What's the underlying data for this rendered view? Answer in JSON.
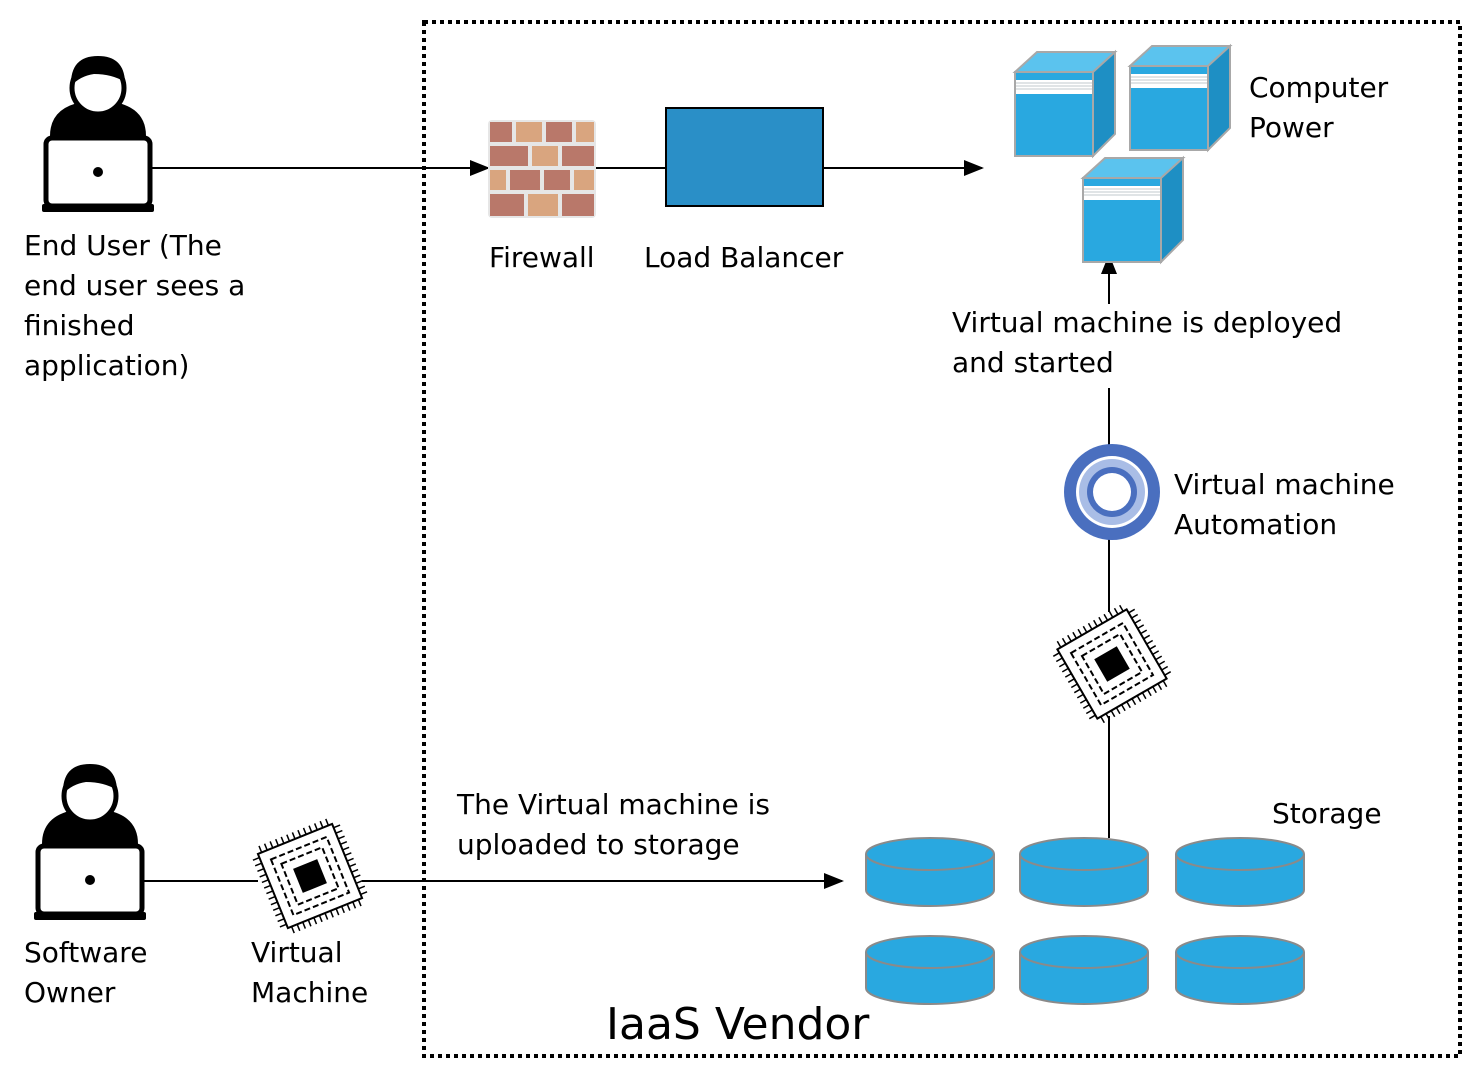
{
  "vendor_label": "IaaS Vendor",
  "actors": {
    "end_user": "End User (The\nend user sees a\nfinished\napplication)",
    "software_owner": "Software\nOwner"
  },
  "components": {
    "firewall": "Firewall",
    "load_balancer": "Load Balancer",
    "compute": "Computer\nPower",
    "automation": "Virtual machine\nAutomation",
    "storage": "Storage",
    "virtual_machine": "Virtual\nMachine"
  },
  "flows": {
    "deployed": "Virtual machine is deployed\nand started",
    "uploaded": "The Virtual machine is\nuploaded to storage"
  },
  "colors": {
    "blue": "#29a8e0",
    "dark_blue": "#2a8fc7",
    "ring": "#4a6fbf",
    "brick": "#b9786a",
    "brick_light": "#d9a57f",
    "line": "#000000"
  },
  "icons": [
    "user-laptop-icon",
    "firewall-brick-icon",
    "server-cube-icon",
    "automation-ring-icon",
    "vm-chip-icon",
    "storage-disk-icon"
  ]
}
